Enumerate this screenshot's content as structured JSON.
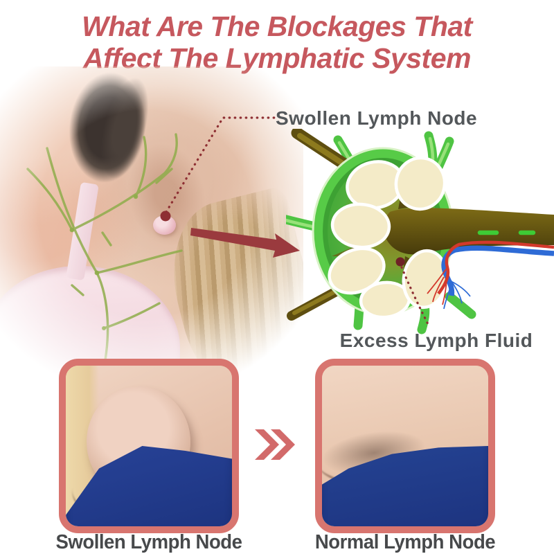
{
  "title": {
    "line1": "What Are The Blockages That",
    "line2": "Affect The Lymphatic System"
  },
  "callouts": {
    "swollen_node": "Swollen Lymph Node",
    "excess_fluid": "Excess Lymph Fluid"
  },
  "comparison": {
    "before_caption": "Swollen Lymph Node",
    "after_caption": "Normal Lymph Node"
  },
  "icons": {
    "pointer_arrow": "arrow-right",
    "comparison_arrow": "double-chevron-right",
    "node_marker": "dot-marker",
    "fluid_marker": "dot-marker"
  },
  "colors": {
    "title_text": "#c6585e",
    "callout_text": "#53575a",
    "caption_text": "#47494b",
    "frame_border": "#d8756f",
    "chevron": "#d26a6a",
    "pointer_arrow": "#9a3a3e",
    "dotted_line": "#8e2f33",
    "diagram_green": "#57cb47",
    "diagram_green_dark": "#3da133",
    "lobe_cream": "#f4ebc8",
    "channel_brown": "#6b5a12",
    "vessel_red": "#d3392c",
    "vessel_blue": "#2e6bd6",
    "fabric_blue": "#24409a"
  }
}
